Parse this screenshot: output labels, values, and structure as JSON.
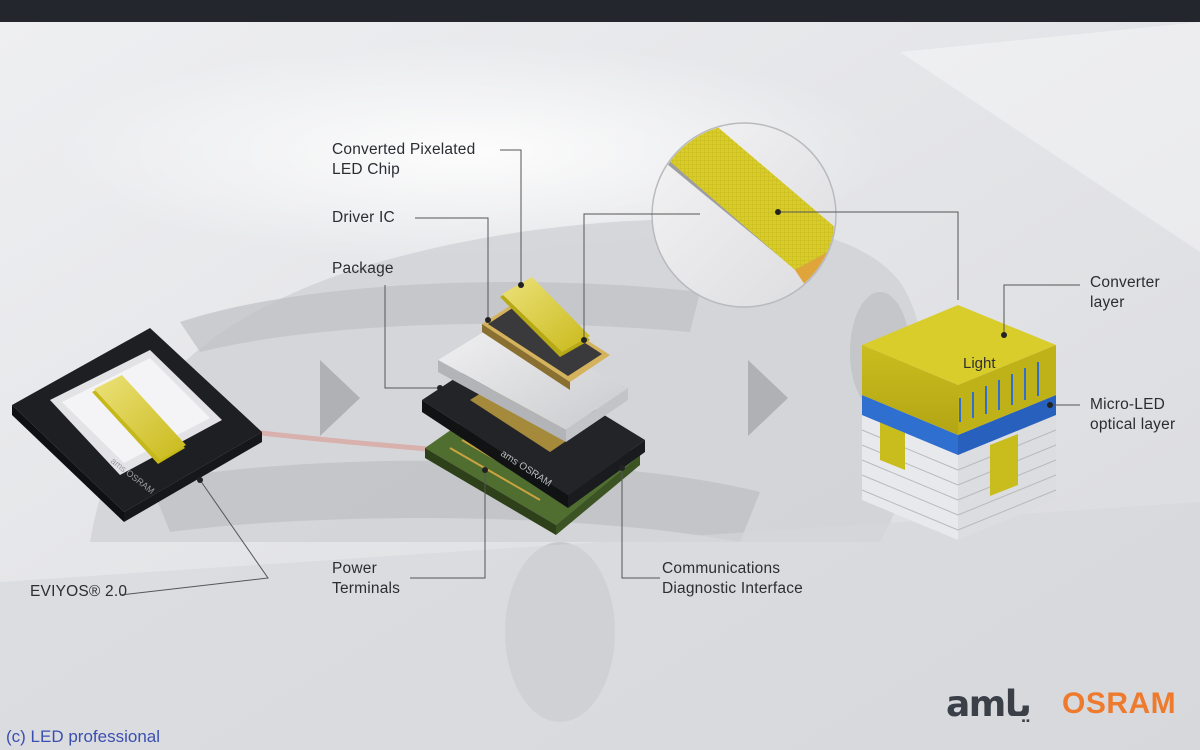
{
  "labels": {
    "converted_chip": "Converted Pixelated\nLED Chip",
    "driver_ic": "Driver IC",
    "package": "Package",
    "power_terminals": "Power\nTerminals",
    "comm_interface": "Communications\nDiagnostic Interface",
    "eviyos": "EVIYOS® 2.0",
    "converter_layer": "Converter\nlayer",
    "micro_led_layer": "Micro-LED\noptical layer",
    "light": "Light"
  },
  "brand": {
    "ams": "amيا",
    "osram": "OSRAM",
    "chip_print": "ams OSRAM",
    "copyright": "(c) LED professional"
  },
  "colors": {
    "yellow": "#d8cb2a",
    "blue": "#2f6fd0",
    "osram_orange": "#ee7a2d",
    "dark_package": "#232428",
    "pcb_green": "#4f6e2f"
  }
}
